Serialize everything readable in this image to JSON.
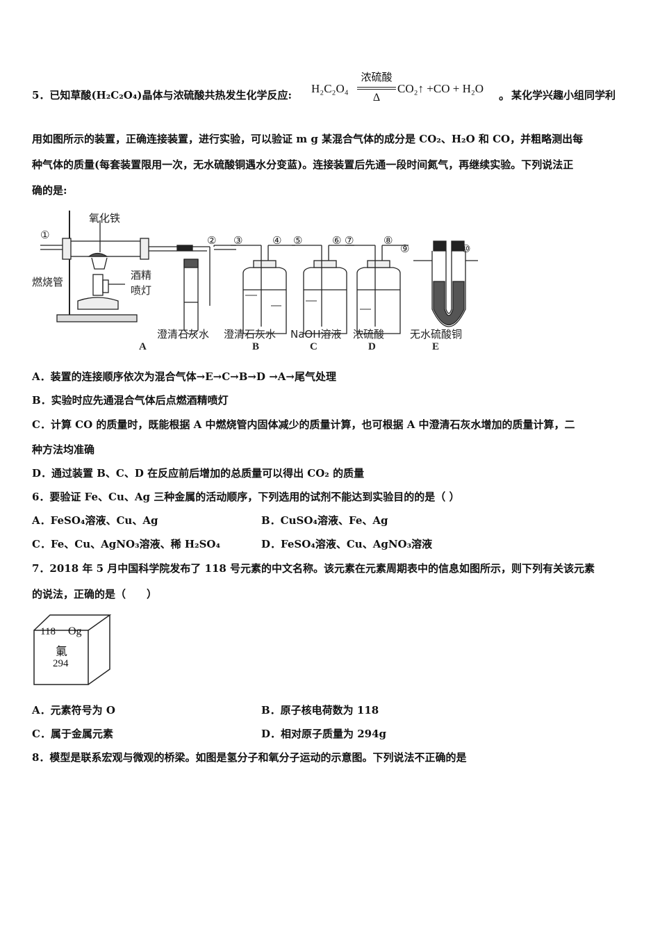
{
  "q5": {
    "intro": "5．已知草酸(H₂C₂O₄)晶体与浓硫酸共热发生化学反应:",
    "equation": {
      "reactant": "H₂C₂O₄",
      "condition_top": "浓硫酸",
      "condition_bottom": "Δ",
      "products": "CO₂↑ +CO + H₂O",
      "end": "。"
    },
    "intro_tail": "某化学兴趣小组同学利",
    "line2": "用如图所示的装置，正确连接装置，进行实验，可以验证 m g 某混合气体的成分是 CO₂、H₂O 和 CO，并粗略测出每",
    "line3": "种气体的质量(每套装置限用一次，无水硫酸铜遇水分变蓝)。连接装置后先通一段时间氮气，再继续实验。下列说法正",
    "line4": "确的是:",
    "figure": {
      "label_iron_oxide": "氧化铁",
      "label_tube": "燃烧管",
      "label_lamp_1": "酒精",
      "label_lamp_2": "喷灯",
      "ports": [
        "①",
        "②",
        "③",
        "④",
        "⑤",
        "⑥",
        "⑦",
        "⑧",
        "⑨",
        "⑩"
      ],
      "apparatus": [
        {
          "letter": "A",
          "reagent": "澄清石灰水"
        },
        {
          "letter": "B",
          "reagent": "澄清石灰水"
        },
        {
          "letter": "C",
          "reagent": "NaOH溶液"
        },
        {
          "letter": "D",
          "reagent": "浓硫酸"
        },
        {
          "letter": "E",
          "reagent": "无水硫酸铜"
        }
      ]
    },
    "options": {
      "A": "A．装置的连接顺序依次为混合气体→E→C→B→D →A→尾气处理",
      "B": "B．实验时应先通混合气体后点燃酒精喷灯",
      "C1": "C．计算 CO 的质量时，既能根据 A 中燃烧管内固体减少的质量计算，也可根据 A 中澄清石灰水增加的质量计算，二",
      "C2": "种方法均准确",
      "D": "D．通过装置 B、C、D 在反应前后增加的总质量可以得出 CO₂ 的质量"
    }
  },
  "q6": {
    "stem": "6．要验证 Fe、Cu、Ag 三种金属的活动顺序，下列选用的试剂不能达到实验目的的是（ ）",
    "options": {
      "A": "A．FeSO₄溶液、Cu、Ag",
      "B": "B．CuSO₄溶液、Fe、Ag",
      "C": "C．Fe、Cu、AgNO₃溶液、稀 H₂SO₄",
      "D": "D．FeSO₄溶液、Cu、AgNO₃溶液"
    }
  },
  "q7": {
    "stem1": "7．2018 年 5 月中国科学院发布了 118 号元素的中文名称。该元素在元素周期表中的信息如图所示，则下列有关该元素",
    "stem2": "的说法，正确的是（　　）",
    "element": {
      "number": "118",
      "symbol": "Og",
      "name": "氭",
      "mass": "294"
    },
    "options": {
      "A": "A．元素符号为 O",
      "B": "B．原子核电荷数为 118",
      "C": "C．属于金属元素",
      "D": "D．相对原子质量为 294g"
    }
  },
  "q8": {
    "stem": "8．模型是联系宏观与微观的桥梁。如图是氢分子和氧分子运动的示意图。下列说法不正确的是"
  }
}
